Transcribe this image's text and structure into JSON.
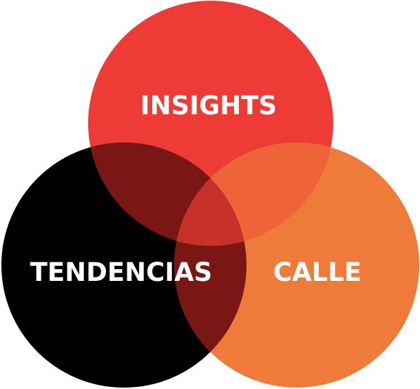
{
  "diagram": {
    "type": "venn",
    "sets": [
      {
        "label": "INSIGHTS",
        "color": "#EF3B36"
      },
      {
        "label": "TENDENCIAS",
        "color": "#000000"
      },
      {
        "label": "CALLE",
        "color": "#EF7B3A"
      }
    ],
    "overlap_colors": {
      "insights_tendencias": "#7A1714",
      "tendencias_calle": "#7A1714",
      "insights_calle": "#EF6338",
      "all": "#C8302A"
    }
  }
}
